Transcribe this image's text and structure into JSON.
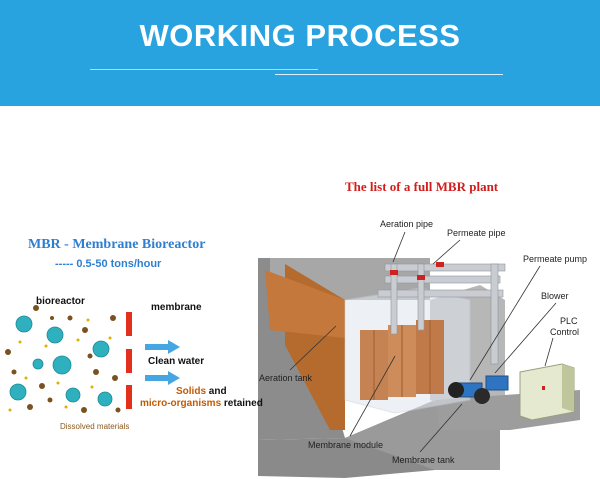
{
  "header": {
    "title": "WORKING PROCESS",
    "banner_color": "#29a3e0"
  },
  "plant": {
    "heading": "The list of a full MBR plant",
    "labels": {
      "aeration_pipe": "Aeration pipe",
      "permeate_pipe": "Permeate pipe",
      "permeate_pump": "Permeate pump",
      "blower": "Blower",
      "plc_line1": "PLC",
      "plc_line2": "Control",
      "aeration_tank": "Aeration tank",
      "membrane_module": "Membrane module",
      "membrane_tank": "Membrane tank"
    }
  },
  "mbr": {
    "title": "MBR - Membrane Bioreactor",
    "capacity": "----- 0.5-50 tons/hour",
    "bioreactor": "bioreactor",
    "membrane": "membrane",
    "clean_water": "Clean water",
    "solids_word": "Solids",
    "solids_rest": " and",
    "microorganisms_word": "micro-organisms",
    "retained": " retained",
    "dissolved": "Dissolved materials"
  }
}
